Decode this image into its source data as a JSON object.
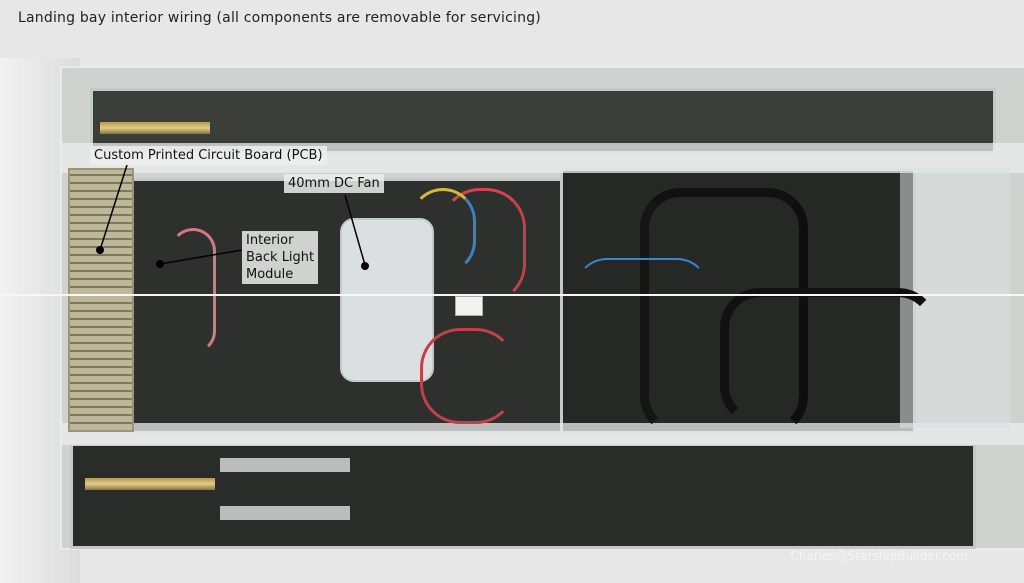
{
  "caption": "Landing bay interior wiring (all components are removable for servicing)",
  "labels": {
    "pcb": "Custom Printed Circuit Board (PCB)",
    "fan": "40mm DC Fan",
    "backlight_line1": "Interior",
    "backlight_line2": "Back Light",
    "backlight_line3": "Module"
  },
  "credit": "Charles@StarshipBuilder.com"
}
